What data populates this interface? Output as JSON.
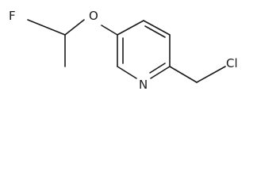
{
  "structure": {
    "atoms": {
      "fluorine": "F",
      "oxygen": "O",
      "nitrogen": "N",
      "chlorine": "Cl"
    },
    "colors": {
      "ink": "#1a1a1a",
      "background": "#ffffff"
    }
  }
}
